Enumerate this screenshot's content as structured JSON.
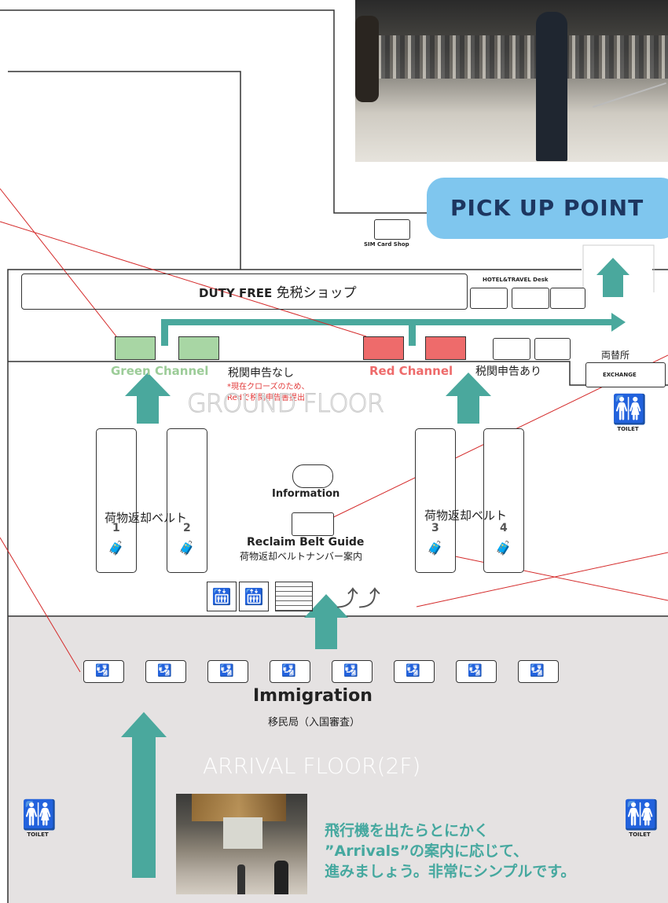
{
  "pickup": {
    "label": "PICK UP POINT"
  },
  "sim_shop": {
    "label": "SIM Card Shop"
  },
  "hotel_desk": {
    "label": "HOTEL&TRAVEL Desk"
  },
  "duty_free": {
    "label_en": "DUTY FREE",
    "label_jp": "免税ショップ"
  },
  "channels": {
    "green": {
      "label": "Green Channel",
      "desc": "税関申告なし",
      "note_line1": "*現在クローズのため、",
      "note_line2": "Redで税関申告書提出"
    },
    "red": {
      "label": "Red Channel",
      "desc": "税関申告あり"
    }
  },
  "exchange": {
    "label_jp": "両替所",
    "label_en": "EXCHANGE"
  },
  "ground_floor": {
    "label": "GROUND FLOOR"
  },
  "toilet": {
    "label": "TOILET"
  },
  "belts": {
    "label": "荷物返却ベルト",
    "numbers": [
      "1",
      "2",
      "3",
      "4"
    ]
  },
  "information": {
    "label": "Information"
  },
  "reclaim_guide": {
    "label_en": "Reclaim Belt Guide",
    "label_jp": "荷物返却ベルトナンバー案内"
  },
  "immigration": {
    "label_en": "Immigration",
    "label_jp": "移民局（入国審査）"
  },
  "arrival_floor": {
    "label": "ARRIVAL FLOOR(2F)"
  },
  "caption": {
    "line1": "飛行機を出たらとにかく",
    "line2": "”Arrivals”の案内に応じて、",
    "line3": "進みましょう。非常にシンプルです。"
  },
  "colors": {
    "arrow": "#4aa89d",
    "green_channel": "#a8d6a4",
    "red_channel": "#ee6b6b",
    "pickup": "#7fc6ee",
    "arrival_bg": "#e5e2e2",
    "leader": "#d42a2a"
  },
  "icons": [
    "elevator-icon",
    "stairs-icon",
    "escalator-icon",
    "luggage-icon",
    "immigration-officer-icon",
    "toilet-icon"
  ]
}
